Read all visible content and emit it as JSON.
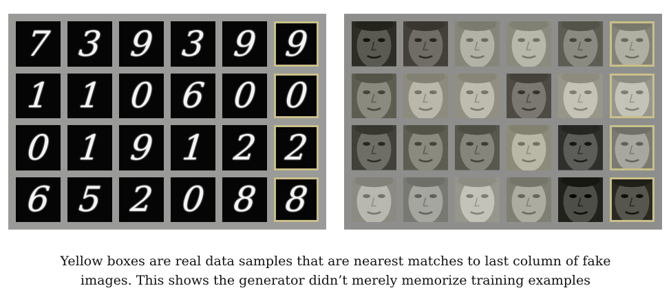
{
  "mnist": {
    "rows": [
      [
        "7",
        "3",
        "9",
        "3",
        "9",
        "9"
      ],
      [
        "1",
        "1",
        "0",
        "6",
        "0",
        "0"
      ],
      [
        "0",
        "1",
        "9",
        "1",
        "2",
        "2"
      ],
      [
        "6",
        "5",
        "2",
        "0",
        "8",
        "8"
      ]
    ],
    "real_sample_column": 6
  },
  "faces": {
    "rows": 4,
    "columns": 6,
    "tones": [
      [
        "#5a5a52",
        "#6f6d66",
        "#b2b2a6",
        "#b8b8aa",
        "#8a8a80",
        "#b0b0a2"
      ],
      [
        "#8a8a7e",
        "#b9b8aa",
        "#bdbcae",
        "#7a7870",
        "#c4c3b6",
        "#c3c3b8"
      ],
      [
        "#6e6d66",
        "#8a8a7e",
        "#86857c",
        "#b9b7a6",
        "#5c5c58",
        "#a7a7a0"
      ],
      [
        "#b8b8b0",
        "#a6a6a0",
        "#c3c3ba",
        "#acaca0",
        "#4e4e48",
        "#56564f"
      ]
    ],
    "real_sample_column": 6
  },
  "colors": {
    "real_sample_border": "#c9c08a",
    "panel_background": "#9a9a98"
  },
  "caption": {
    "line1": "Yellow boxes are real data samples that are nearest matches to last column of fake",
    "line2": "images.  This shows the generator didn’t merely memorize training examples"
  }
}
